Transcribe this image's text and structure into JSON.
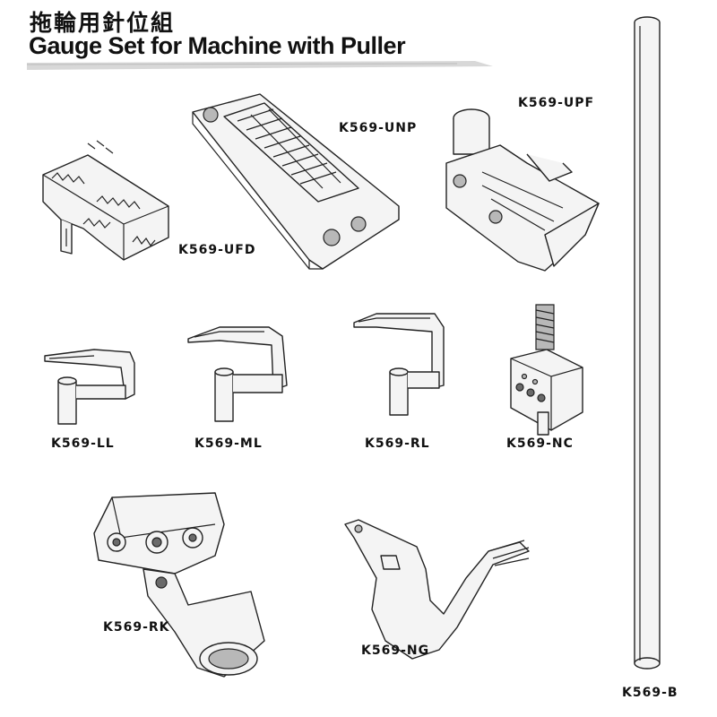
{
  "header": {
    "title_cn": "拖輪用針位組",
    "title_en": "Gauge Set for Machine with Puller"
  },
  "parts": {
    "unp": "K569-UNP",
    "upf": "K569-UPF",
    "ufd": "K569-UFD",
    "ll": "K569-LL",
    "ml": "K569-ML",
    "rl": "K569-RL",
    "nc": "K569-NC",
    "rk": "K569-RK",
    "ng": "K569-NG",
    "b": "K569-B"
  }
}
